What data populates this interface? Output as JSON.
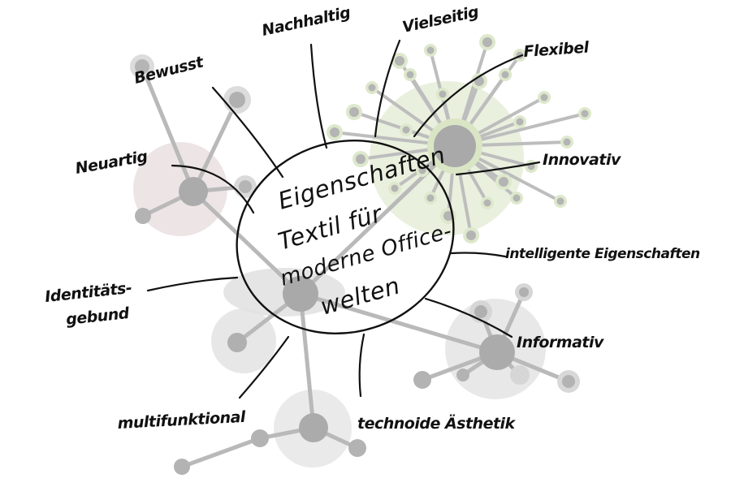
{
  "center": {
    "lines": [
      "Eigenschaften",
      "Textil für",
      "moderne Office-",
      "welten"
    ]
  },
  "labels": {
    "nachhaltig": "Nachhaltig",
    "vielseitig": "Vielseitig",
    "flexibel": "Flexibel",
    "bewusst": "Bewusst",
    "neuartig": "Neuartig",
    "innovativ": "Innovativ",
    "intelligente": "intelligente Eigenschaften",
    "identitaet_1": "Identitäts-",
    "identitaet_2": "gebund",
    "informativ": "Informativ",
    "multifunktional": "multifunktional",
    "technoide": "technoide Ästhetik"
  },
  "colors": {
    "ink": "#111111",
    "network_gray": "#b9b9b9",
    "green_halo": "#dfe9cf",
    "pink_halo": "#e7dcde",
    "gray_halo": "#e4e4e4"
  }
}
